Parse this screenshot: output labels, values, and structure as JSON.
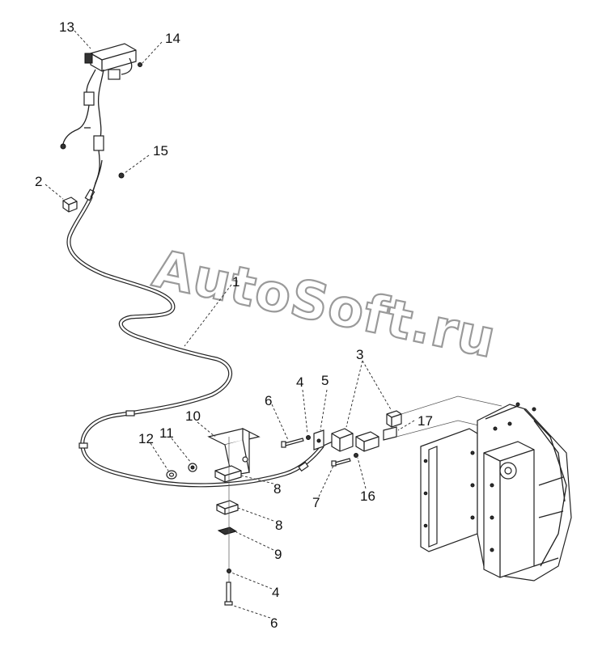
{
  "watermark": "AutoSoft.ru",
  "callouts": {
    "c1": "1",
    "c2": "2",
    "c3": "3",
    "c4a": "4",
    "c4b": "4",
    "c5": "5",
    "c6a": "6",
    "c6b": "6",
    "c7": "7",
    "c8a": "8",
    "c8b": "8",
    "c9": "9",
    "c10": "10",
    "c11": "11",
    "c12": "12",
    "c13": "13",
    "c14": "14",
    "c15": "15",
    "c16": "16",
    "c17": "17"
  },
  "colors": {
    "line": "#222222",
    "watermark_outline": "#9a9a9a",
    "background": "#ffffff"
  }
}
